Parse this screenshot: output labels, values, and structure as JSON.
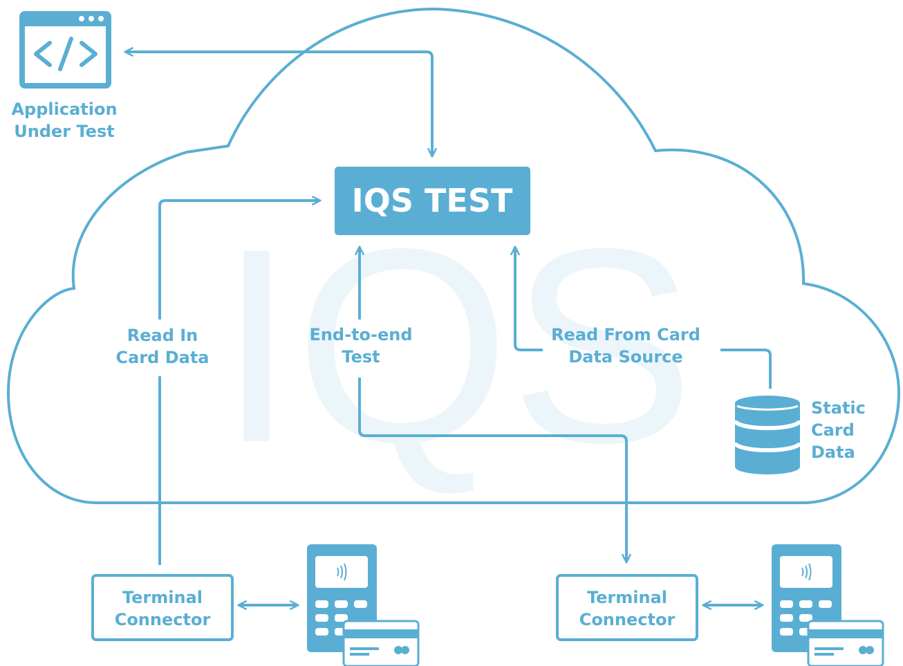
{
  "colors": {
    "accent": "#5aaed3",
    "watermark": "#ecf5fa",
    "background": "#ffffff"
  },
  "watermark": {
    "text": "IQS"
  },
  "main_box": {
    "label": "IQS TEST"
  },
  "app": {
    "icon": "code-window-icon",
    "label_line1": "Application",
    "label_line2": "Under Test"
  },
  "flows": {
    "read_in": {
      "line1": "Read In",
      "line2": "Card Data"
    },
    "end_to_end": {
      "line1": "End-to-end",
      "line2": "Test"
    },
    "read_from": {
      "line1": "Read From Card",
      "line2": "Data Source"
    }
  },
  "static_data": {
    "icon": "database-icon",
    "line1": "Static",
    "line2": "Card",
    "line3": "Data"
  },
  "connectors": [
    {
      "line1": "Terminal",
      "line2": "Connector",
      "icon": "payment-terminal-icon"
    },
    {
      "line1": "Terminal",
      "line2": "Connector",
      "icon": "payment-terminal-icon"
    }
  ]
}
